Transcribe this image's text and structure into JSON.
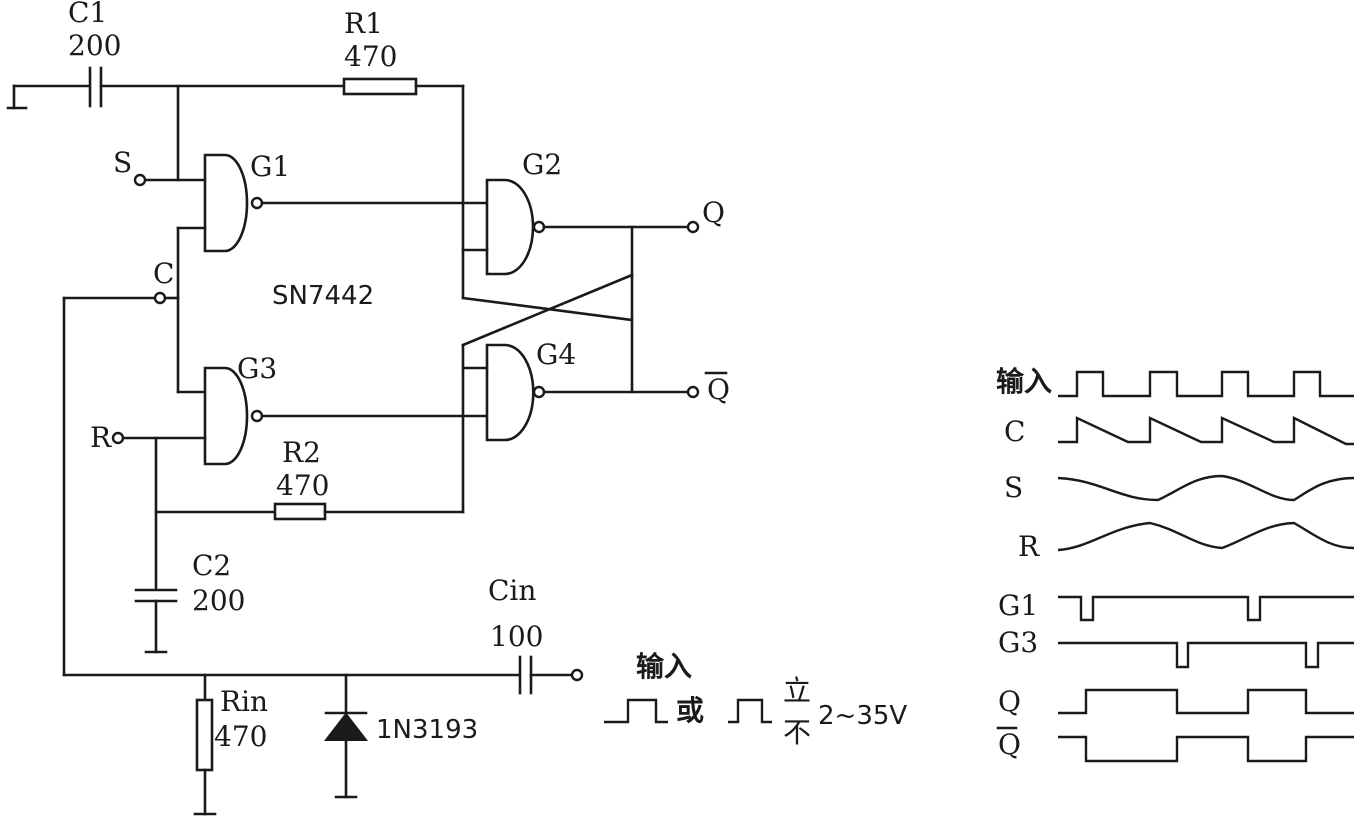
{
  "components": {
    "c1": {
      "name": "C1",
      "value": "200"
    },
    "r1": {
      "name": "R1",
      "value": "470"
    },
    "r2": {
      "name": "R2",
      "value": "470"
    },
    "c2": {
      "name": "C2",
      "value": "200"
    },
    "cin": {
      "name": "Cin",
      "value": "100"
    },
    "rin": {
      "name": "Rin",
      "value": "470"
    },
    "diode": {
      "name": "1N3193"
    }
  },
  "gates": {
    "g1": "G1",
    "g2": "G2",
    "g3": "G3",
    "g4": "G4"
  },
  "chip": "SN7442",
  "nodes": {
    "s": "S",
    "c": "C",
    "r": "R",
    "q": "Q",
    "qbar": "Q"
  },
  "input_note": {
    "title": "输入",
    "or": "或",
    "sine_top": "立",
    "sine_bottom": "不",
    "range": "2~35V"
  },
  "timing": {
    "labels": [
      "输入",
      "C",
      "S",
      "R",
      "G1",
      "G3",
      "Q",
      "Q"
    ]
  }
}
